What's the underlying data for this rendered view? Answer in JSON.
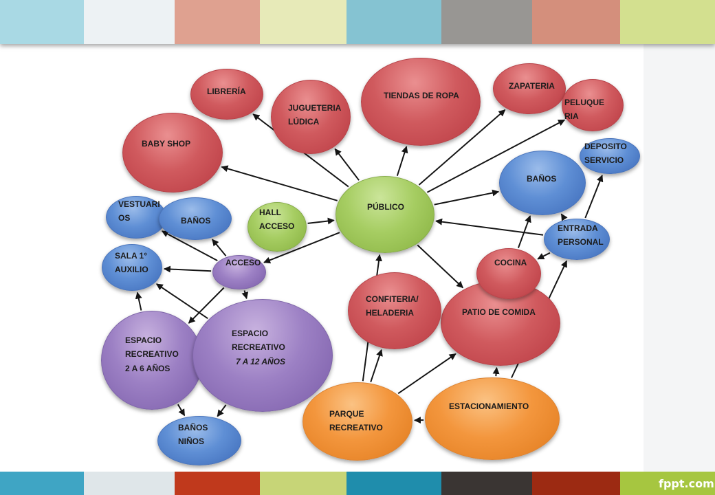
{
  "bands": {
    "top": [
      "#a9d9e4",
      "#edf2f4",
      "#dfa190",
      "#e7eab8",
      "#85c3d2",
      "#989693",
      "#d48f7c",
      "#d3e08f"
    ],
    "bottom": [
      "#3fa5c4",
      "#dfe6e9",
      "#c0391c",
      "#c7d577",
      "#1f8dac",
      "#3a3533",
      "#9c2a12",
      "#a6c640"
    ]
  },
  "brand": "fppt.com",
  "nodes": [
    {
      "id": "libreria",
      "label": "LIBRERÍA",
      "color": "red"
    },
    {
      "id": "jugueteria",
      "label": "JUGUETERIA\nLÚDICA",
      "color": "red"
    },
    {
      "id": "tiendas",
      "label": "TIENDAS DE ROPA",
      "color": "red"
    },
    {
      "id": "zapateria",
      "label": "ZAPATERIA",
      "color": "red"
    },
    {
      "id": "peluqueria",
      "label": "PELUQUE\nRIA",
      "color": "red"
    },
    {
      "id": "babyshop",
      "label": "BABY SHOP",
      "color": "red"
    },
    {
      "id": "deposito",
      "label": "DEPOSITO\nSERVICIO",
      "color": "blue"
    },
    {
      "id": "banos_r",
      "label": "BAÑOS",
      "color": "blue"
    },
    {
      "id": "vestuarios",
      "label": "VESTUARI\nOS",
      "color": "blue"
    },
    {
      "id": "banos_l",
      "label": "BAÑOS",
      "color": "blue"
    },
    {
      "id": "hall",
      "label": "HALL\nACCESO",
      "color": "green"
    },
    {
      "id": "publico",
      "label": "PÚBLICO",
      "color": "green"
    },
    {
      "id": "entrada",
      "label": "ENTRADA\nPERSONAL",
      "color": "blue"
    },
    {
      "id": "sala",
      "label": "SALA 1°\nAUXILIO",
      "color": "blue"
    },
    {
      "id": "acceso",
      "label": "ACCESO",
      "color": "purple"
    },
    {
      "id": "patio",
      "label": "PATIO DE COMIDA",
      "color": "red"
    },
    {
      "id": "cocina",
      "label": "COCINA",
      "color": "red"
    },
    {
      "id": "confiteria",
      "label": "CONFITERIA/\nHELADERIA",
      "color": "red"
    },
    {
      "id": "esp26",
      "label": "ESPACIO\nRECREATIVO\n2 A 6 AÑOS",
      "color": "purple"
    },
    {
      "id": "esp712",
      "label": "ESPACIO\nRECREATIVO\n7 A 12 AÑOS",
      "color": "purple"
    },
    {
      "id": "estacionamiento",
      "label": "ESTACIONAMIENTO",
      "color": "orange"
    },
    {
      "id": "parque",
      "label": "PARQUE\nRECREATIVO",
      "color": "orange"
    },
    {
      "id": "banos_ninos",
      "label": "BAÑOS\nNIÑOS",
      "color": "blue"
    }
  ],
  "edges": [
    {
      "from": "publico",
      "to": "libreria"
    },
    {
      "from": "publico",
      "to": "jugueteria"
    },
    {
      "from": "publico",
      "to": "tiendas"
    },
    {
      "from": "publico",
      "to": "zapateria"
    },
    {
      "from": "publico",
      "to": "peluqueria"
    },
    {
      "from": "publico",
      "to": "babyshop"
    },
    {
      "from": "publico",
      "to": "banos_r"
    },
    {
      "from": "publico",
      "to": "patio"
    },
    {
      "from": "publico",
      "to": "acceso"
    },
    {
      "from": "hall",
      "to": "publico"
    },
    {
      "from": "entrada",
      "to": "publico"
    },
    {
      "from": "entrada",
      "to": "banos_r"
    },
    {
      "from": "entrada",
      "to": "deposito"
    },
    {
      "from": "entrada",
      "to": "cocina"
    },
    {
      "from": "cocina",
      "to": "banos_r"
    },
    {
      "from": "acceso",
      "to": "banos_l"
    },
    {
      "from": "acceso",
      "to": "vestuarios"
    },
    {
      "from": "acceso",
      "to": "sala"
    },
    {
      "from": "acceso",
      "to": "esp712"
    },
    {
      "from": "acceso",
      "to": "esp26"
    },
    {
      "from": "esp712",
      "to": "sala"
    },
    {
      "from": "esp26",
      "to": "sala"
    },
    {
      "from": "esp26",
      "to": "banos_ninos"
    },
    {
      "from": "esp712",
      "to": "banos_ninos"
    },
    {
      "from": "parque",
      "to": "confiteria"
    },
    {
      "from": "parque",
      "to": "patio"
    },
    {
      "from": "parque",
      "to": "publico"
    },
    {
      "from": "estacionamiento",
      "to": "parque"
    },
    {
      "from": "estacionamiento",
      "to": "patio"
    },
    {
      "from": "estacionamiento",
      "to": "entrada"
    }
  ]
}
